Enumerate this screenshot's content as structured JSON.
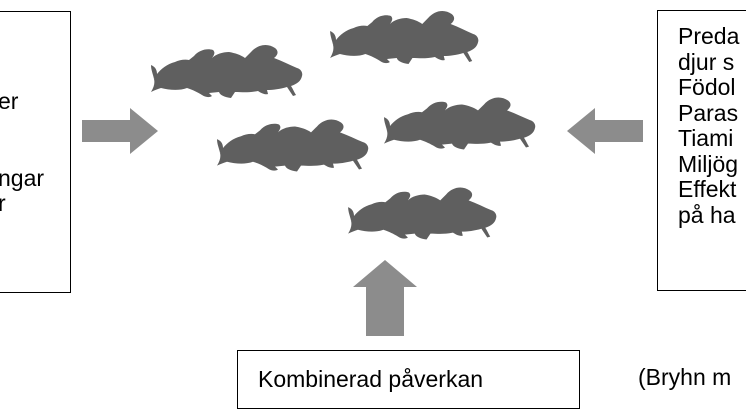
{
  "left_box": {
    "lines": [
      "er",
      "",
      "",
      "ngar",
      "r"
    ]
  },
  "right_box": {
    "lines": [
      "Preda",
      "djur s",
      "Födol",
      "Paras",
      "Tiami",
      "Miljög",
      "Effekt",
      "på ha"
    ]
  },
  "bottom_box": {
    "label": "Kombinerad påverkan"
  },
  "citation": "(Bryhn m",
  "colors": {
    "fish": "#5f5f5f",
    "arrow": "#8c8c8c"
  },
  "icons": [
    "cod-fish-icon",
    "arrow-right-icon",
    "arrow-left-icon",
    "arrow-up-icon"
  ]
}
